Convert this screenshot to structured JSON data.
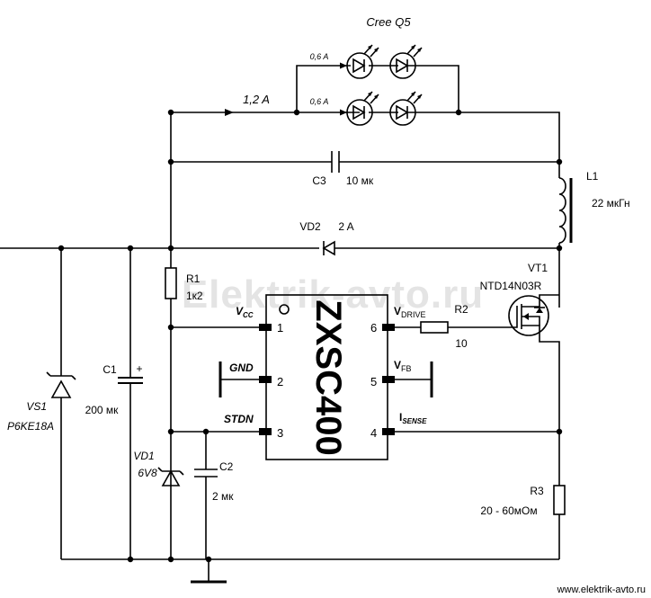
{
  "watermark": "Elektrik-avto.ru",
  "footer_url": "www.elektrik-avto.ru",
  "led": {
    "label": "Cree Q5",
    "branch_current_1": "0,6 A",
    "branch_current_2": "0,6 A",
    "total_current": "1,2 A"
  },
  "c3": {
    "ref": "C3",
    "value": "10 мк"
  },
  "l1": {
    "ref": "L1",
    "value": "22 мкГн"
  },
  "vd2": {
    "ref": "VD2",
    "value": "2 A"
  },
  "r1": {
    "ref": "R1",
    "value": "1к2"
  },
  "r2": {
    "ref": "R2",
    "value": "10"
  },
  "r3": {
    "ref": "R3",
    "value": "20 - 60мОм"
  },
  "c1": {
    "ref": "C1",
    "value": "200 мк",
    "polarity": "+"
  },
  "c2": {
    "ref": "C2",
    "value": "2 мк"
  },
  "vs1": {
    "ref": "VS1",
    "value": "P6KE18A"
  },
  "vd1": {
    "ref": "VD1",
    "value": "6V8"
  },
  "vt1": {
    "ref": "VT1",
    "value": "NTD14N03R"
  },
  "ic": {
    "name": "ZXSC400",
    "pins": {
      "p1": {
        "num": "1",
        "label": "V",
        "sub": "CC"
      },
      "p2": {
        "num": "2",
        "label": "GND"
      },
      "p3": {
        "num": "3",
        "label": "STDN"
      },
      "p4": {
        "num": "4",
        "label": "I",
        "sub": "SENSE"
      },
      "p5": {
        "num": "5",
        "label": "V",
        "sub": "FB"
      },
      "p6": {
        "num": "6",
        "label": "V",
        "sub": "DRIVE"
      }
    }
  }
}
